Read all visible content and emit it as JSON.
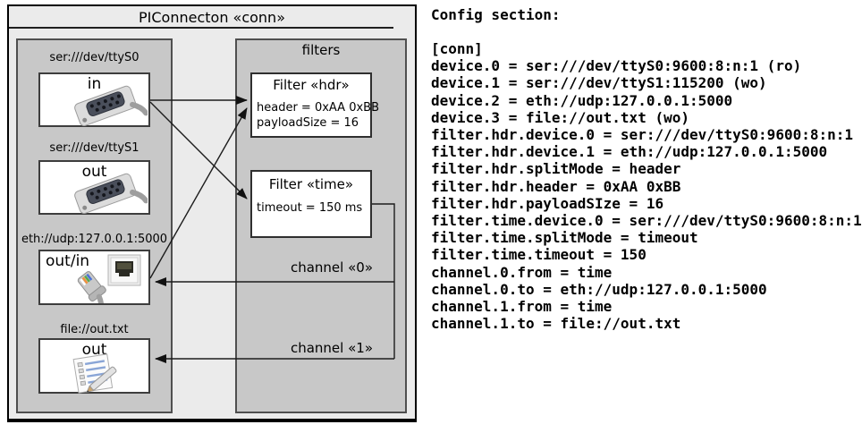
{
  "colors": {
    "outer_bg": "#ebebeb",
    "panel_bg": "#c8c8c8",
    "box_bg": "#ffffff",
    "border_dark": "#3d3d3d",
    "wire": "#1c1c1c",
    "text": "#000000"
  },
  "diagram": {
    "title": "PIConnecton «conn»",
    "devices": [
      {
        "label": "ser:///dev/ttyS0",
        "direction": "in",
        "icon": "serial-connector-icon"
      },
      {
        "label": "ser:///dev/ttyS1",
        "direction": "out",
        "icon": "serial-connector-icon"
      },
      {
        "label": "eth://udp:127.0.0.1:5000",
        "direction": "out/in",
        "icon": "ethernet-plug-icon"
      },
      {
        "label": "file://out.txt",
        "direction": "out",
        "icon": "notepad-pencil-icon"
      }
    ],
    "filters_panel_label": "filters",
    "filters": [
      {
        "title": "Filter «hdr»",
        "properties": [
          "header = 0xAA 0xBB",
          "payloadSize = 16"
        ]
      },
      {
        "title": "Filter «time»",
        "properties": [
          "timeout = 150 ms"
        ]
      }
    ],
    "channels": [
      {
        "label": "channel «0»"
      },
      {
        "label": "channel «1»"
      }
    ]
  },
  "config": {
    "heading": "Config section:",
    "lines": [
      "[conn]",
      "device.0 = ser:///dev/ttyS0:9600:8:n:1 (ro)",
      "device.1 = ser:///dev/ttyS1:115200 (wo)",
      "device.2 = eth://udp:127.0.0.1:5000",
      "device.3 = file://out.txt (wo)",
      "filter.hdr.device.0 = ser:///dev/ttyS0:9600:8:n:1",
      "filter.hdr.device.1 = eth://udp:127.0.0.1:5000",
      "filter.hdr.splitMode = header",
      "filter.hdr.header = 0xAA 0xBB",
      "filter.hdr.payloadSIze = 16",
      "filter.time.device.0 = ser:///dev/ttyS0:9600:8:n:1",
      "filter.time.splitMode = timeout",
      "filter.time.timeout = 150",
      "channel.0.from = time",
      "channel.0.to = eth://udp:127.0.0.1:5000",
      "channel.1.from = time",
      "channel.1.to = file://out.txt"
    ]
  }
}
